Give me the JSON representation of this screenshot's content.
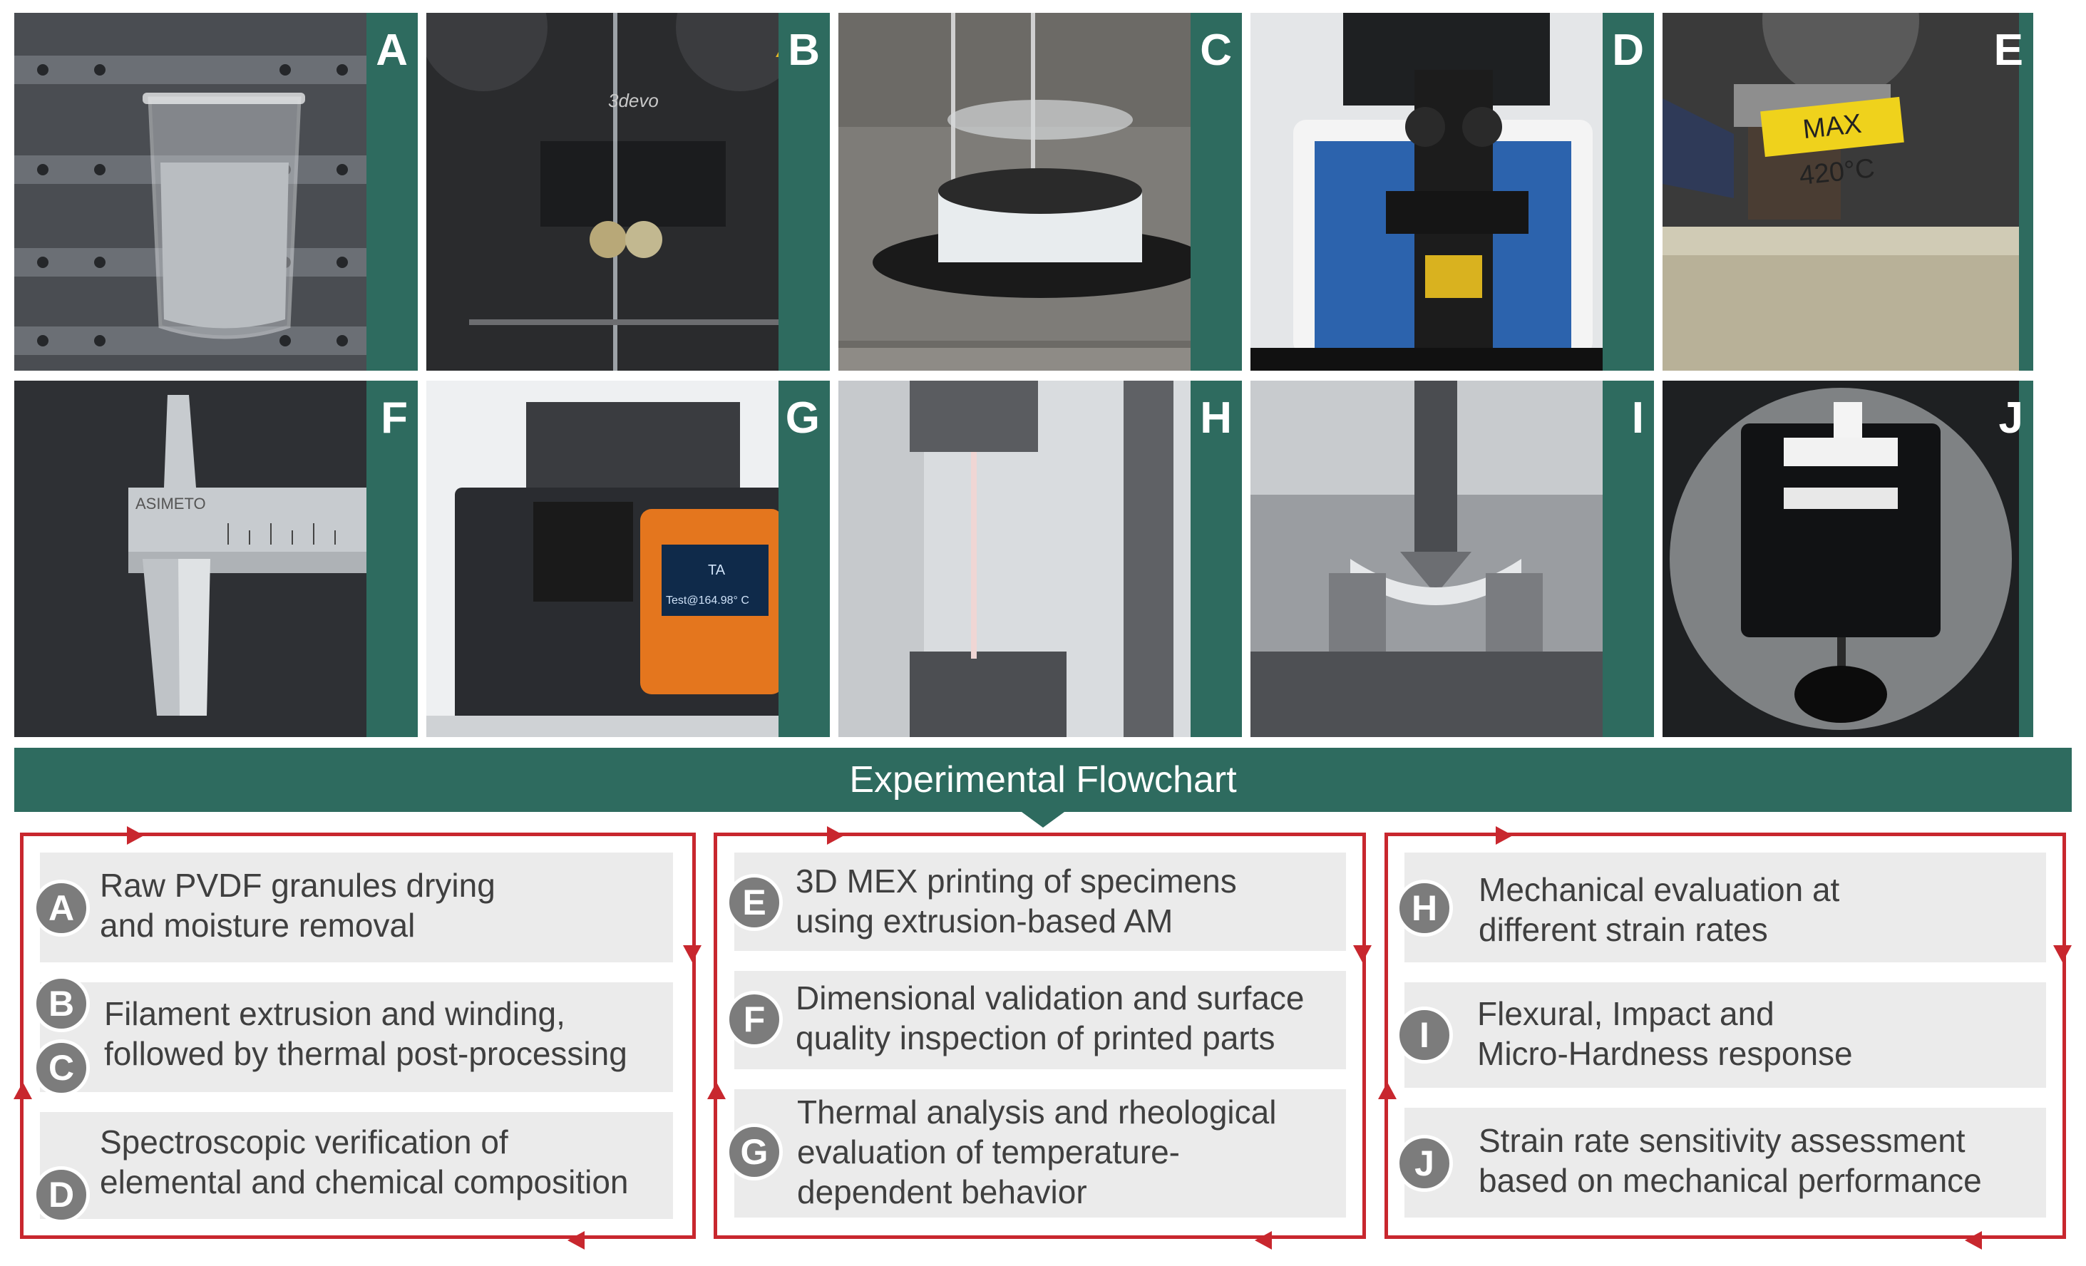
{
  "panels": [
    {
      "letter": "A"
    },
    {
      "letter": "B"
    },
    {
      "letter": "C"
    },
    {
      "letter": "D"
    },
    {
      "letter": "E"
    },
    {
      "letter": "F"
    },
    {
      "letter": "G"
    },
    {
      "letter": "H"
    },
    {
      "letter": "I"
    },
    {
      "letter": "J"
    }
  ],
  "photo_text": {
    "brand_3devo": "3devo",
    "max_temp_label": "MAX 420°C",
    "caliper_brand": "ASIMETO",
    "screen_logo": "TA",
    "screen_readout": "Test@164.98° C"
  },
  "flowchart": {
    "title": "Experimental Flowchart",
    "columns": [
      {
        "steps": [
          {
            "badges": [
              "A"
            ],
            "lines": [
              "Raw PVDF granules drying",
              "and moisture removal"
            ]
          },
          {
            "badges": [
              "B",
              "C"
            ],
            "lines": [
              "Filament extrusion and winding,",
              "followed by thermal post-processing"
            ]
          },
          {
            "badges": [
              "D"
            ],
            "lines": [
              "Spectroscopic verification of",
              "elemental and chemical composition"
            ]
          }
        ]
      },
      {
        "steps": [
          {
            "badges": [
              "E"
            ],
            "lines": [
              "3D MEX printing of specimens",
              "using extrusion-based AM"
            ]
          },
          {
            "badges": [
              "F"
            ],
            "lines": [
              "Dimensional validation and surface",
              "quality inspection of printed parts"
            ]
          },
          {
            "badges": [
              "G"
            ],
            "lines": [
              "Thermal analysis and rheological",
              "evaluation of temperature-",
              "dependent behavior"
            ]
          }
        ]
      },
      {
        "steps": [
          {
            "badges": [
              "H"
            ],
            "lines": [
              "Mechanical evaluation at",
              "different strain rates"
            ]
          },
          {
            "badges": [
              "I"
            ],
            "lines": [
              "Flexural, Impact and",
              "Micro-Hardness response"
            ]
          },
          {
            "badges": [
              "J"
            ],
            "lines": [
              "Strain rate sensitivity assessment",
              "based on mechanical performance"
            ]
          }
        ]
      }
    ]
  },
  "colors": {
    "accent_green": "#2e6b5f",
    "border_red": "#c8272e",
    "step_fill": "#ebebeb",
    "badge_fill": "#7c7c7c",
    "text_dark": "#3f3f3f"
  }
}
